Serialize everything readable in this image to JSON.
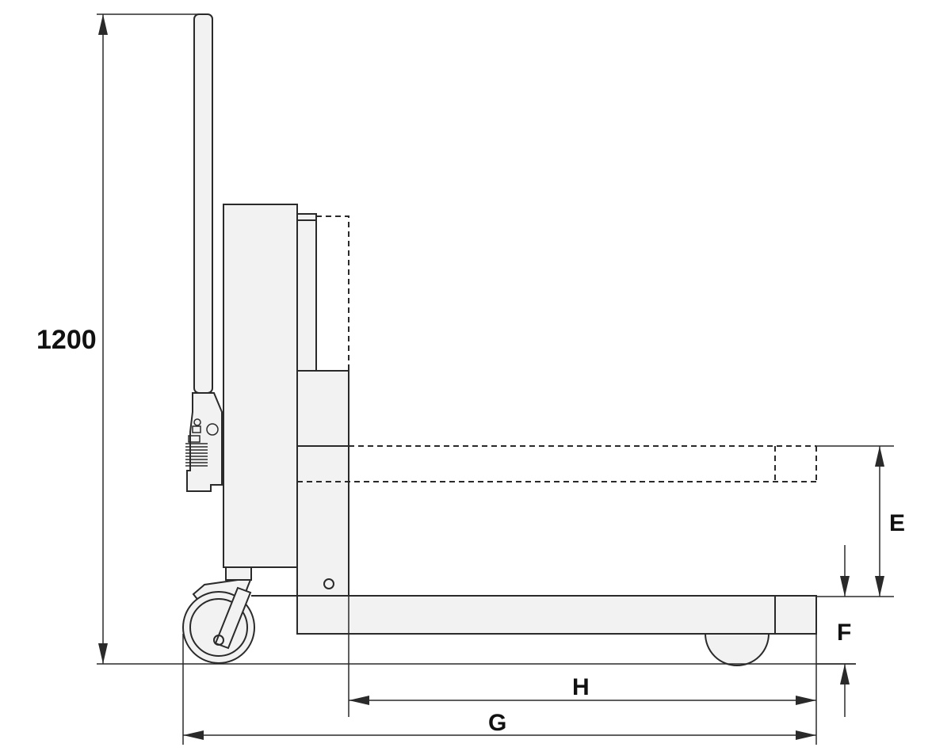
{
  "dimensions": {
    "height_label": "1200",
    "e_label": "E",
    "f_label": "F",
    "h_label": "H",
    "g_label": "G"
  }
}
